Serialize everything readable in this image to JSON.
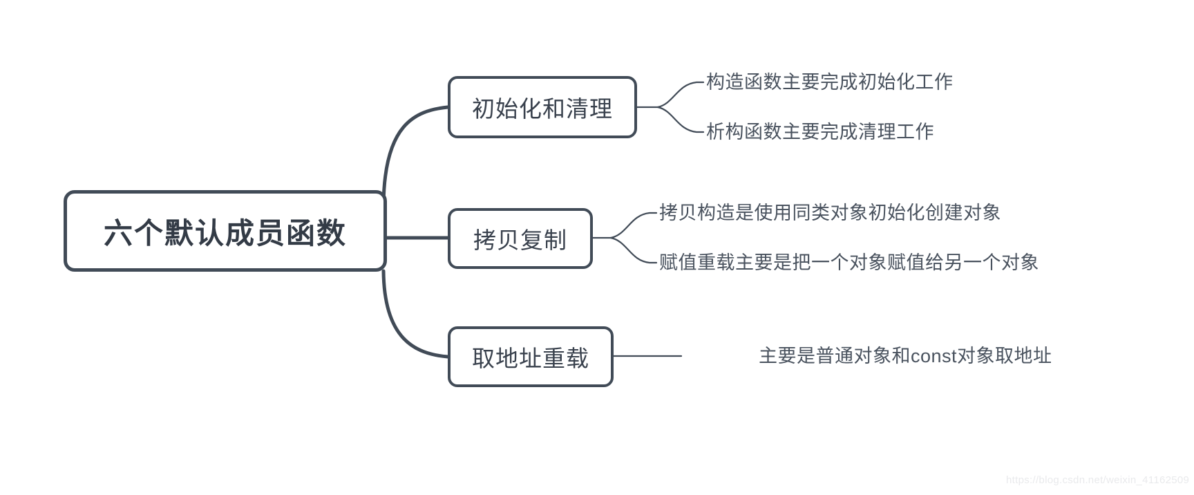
{
  "diagram": {
    "type": "mindmap",
    "accent_color": "#414b57",
    "text_color": "#49525e",
    "background": "#ffffff",
    "root": {
      "label": "六个默认成员函数"
    },
    "branches": [
      {
        "label": "初始化和清理",
        "leaves": [
          "构造函数主要完成初始化工作",
          "析构函数主要完成清理工作"
        ]
      },
      {
        "label": "拷贝复制",
        "leaves": [
          "拷贝构造是使用同类对象初始化创建对象",
          "赋值重载主要是把一个对象赋值给另一个对象"
        ]
      },
      {
        "label": "取地址重载",
        "leaves": [
          "主要是普通对象和const对象取地址"
        ]
      }
    ]
  },
  "watermark": {
    "text": "https://blog.csdn.net/weixin_41162509"
  }
}
